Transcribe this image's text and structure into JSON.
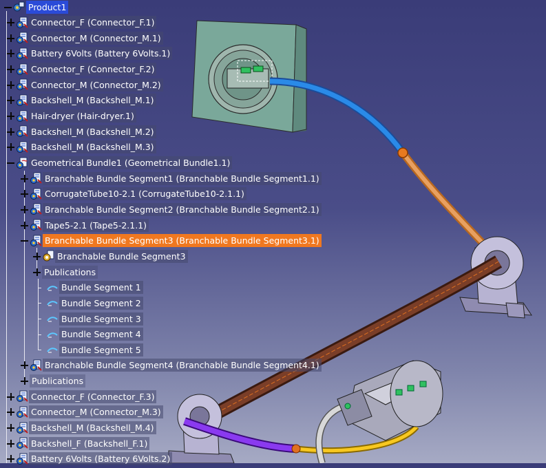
{
  "tree": {
    "nodes": [
      {
        "label": "Product1",
        "level": 0,
        "expander": "minus",
        "icon": "product-icon",
        "style": "sel-blue"
      },
      {
        "label": "Connector_F (Connector_F.1)",
        "level": 1,
        "expander": "plus",
        "icon": "part-icon"
      },
      {
        "label": "Connector_M (Connector_M.1)",
        "level": 1,
        "expander": "plus",
        "icon": "part-icon"
      },
      {
        "label": "Battery 6Volts (Battery 6Volts.1)",
        "level": 1,
        "expander": "plus",
        "icon": "part-icon"
      },
      {
        "label": "Connector_F (Connector_F.2)",
        "level": 1,
        "expander": "plus",
        "icon": "part-icon"
      },
      {
        "label": "Connector_M (Connector_M.2)",
        "level": 1,
        "expander": "plus",
        "icon": "part-icon"
      },
      {
        "label": "Backshell_M (Backshell_M.1)",
        "level": 1,
        "expander": "plus",
        "icon": "part-icon"
      },
      {
        "label": "Hair-dryer (Hair-dryer.1)",
        "level": 1,
        "expander": "plus",
        "icon": "part-icon"
      },
      {
        "label": "Backshell_M (Backshell_M.2)",
        "level": 1,
        "expander": "plus",
        "icon": "part-icon"
      },
      {
        "label": "Backshell_M (Backshell_M.3)",
        "level": 1,
        "expander": "plus",
        "icon": "part-icon"
      },
      {
        "label": "Geometrical Bundle1 (Geometrical Bundle1.1)",
        "level": 1,
        "expander": "minus",
        "icon": "bundle-icon"
      },
      {
        "label": "Branchable Bundle Segment1 (Branchable Bundle Segment1.1)",
        "level": 2,
        "expander": "plus",
        "icon": "part-icon"
      },
      {
        "label": "CorrugateTube10-2.1 (CorrugateTube10-2.1.1)",
        "level": 2,
        "expander": "plus",
        "icon": "part-icon"
      },
      {
        "label": "Branchable Bundle Segment2 (Branchable Bundle Segment2.1)",
        "level": 2,
        "expander": "plus",
        "icon": "part-icon"
      },
      {
        "label": "Tape5-2.1 (Tape5-2.1.1)",
        "level": 2,
        "expander": "plus",
        "icon": "part-icon"
      },
      {
        "label": "Branchable Bundle Segment3 (Branchable Bundle Segment3.1)",
        "level": 2,
        "expander": "minus",
        "icon": "part-icon",
        "style": "sel-orange"
      },
      {
        "label": "Branchable Bundle Segment3",
        "level": 3,
        "expander": "plus",
        "icon": "gear-part-icon"
      },
      {
        "label": "Publications",
        "level": 3,
        "expander": "plus",
        "icon": "none"
      },
      {
        "label": "Bundle Segment 1",
        "level": 4,
        "expander": "none",
        "icon": "publication-icon"
      },
      {
        "label": "Bundle Segment 2",
        "level": 4,
        "expander": "none",
        "icon": "publication-icon"
      },
      {
        "label": "Bundle Segment 3",
        "level": 4,
        "expander": "none",
        "icon": "publication-icon"
      },
      {
        "label": "Bundle Segment 4",
        "level": 4,
        "expander": "none",
        "icon": "publication-icon"
      },
      {
        "label": "Bundle Segment 5",
        "level": 4,
        "expander": "none",
        "icon": "publication-icon"
      },
      {
        "label": "Branchable Bundle Segment4 (Branchable Bundle Segment4.1)",
        "level": 2,
        "expander": "plus",
        "icon": "part-icon"
      },
      {
        "label": "Publications",
        "level": 2,
        "expander": "plus",
        "icon": "none"
      },
      {
        "label": "Connector_F (Connector_F.3)",
        "level": 1,
        "expander": "plus",
        "icon": "part-icon"
      },
      {
        "label": "Connector_M (Connector_M.3)",
        "level": 1,
        "expander": "plus",
        "icon": "part-icon"
      },
      {
        "label": "Backshell_M (Backshell_M.4)",
        "level": 1,
        "expander": "plus",
        "icon": "part-icon"
      },
      {
        "label": "Backshell_F (Backshell_F.1)",
        "level": 1,
        "expander": "plus",
        "icon": "part-icon"
      },
      {
        "label": "Battery 6Volts (Battery 6Volts.2)",
        "level": 1,
        "expander": "plus",
        "icon": "part-icon"
      }
    ]
  },
  "colors": {
    "selection_blue": "#2b4bd8",
    "selection_orange": "#f07820",
    "bundle_blue": "#2a7fe0",
    "bundle_orange": "#e89040",
    "bundle_brown": "#6a3424",
    "bundle_purple": "#7a2ad8",
    "bundle_yellow": "#f0c020",
    "box_green": "#7aa89a",
    "clip_lilac": "#b7b3d2"
  }
}
